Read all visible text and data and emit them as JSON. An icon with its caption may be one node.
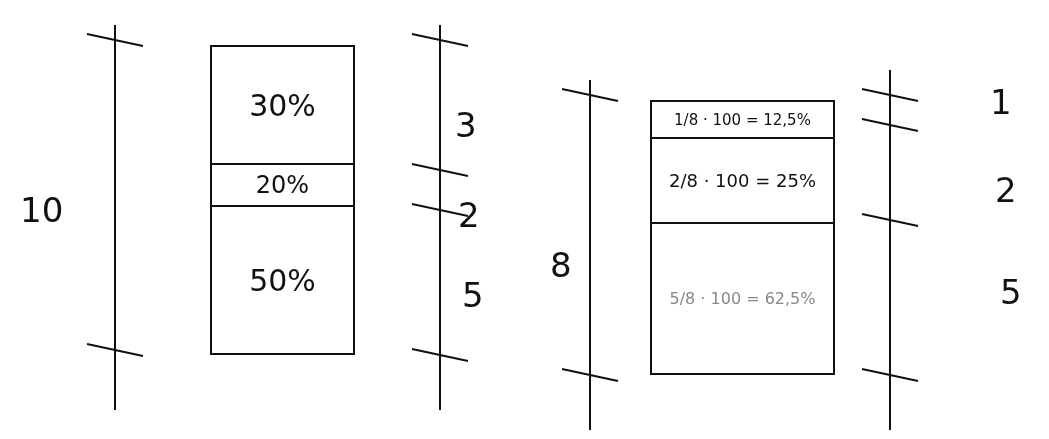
{
  "diagram": {
    "nodes": [
      {
        "text": [
          "30%"
        ]
      },
      {
        "text": [
          "20%"
        ]
      },
      {
        "text": [
          "50%"
        ]
      },
      {
        "text": [
          "1/8 · 100 = 12,5%"
        ]
      },
      {
        "text": [
          "2/8 · 100 = 25%"
        ]
      },
      {
        "text": [
          "5/8 · 100 = 62,5%"
        ]
      }
    ],
    "edges": [],
    "labels": [
      "10",
      "3",
      "2",
      "5",
      "8",
      "1",
      "2",
      "5"
    ]
  }
}
